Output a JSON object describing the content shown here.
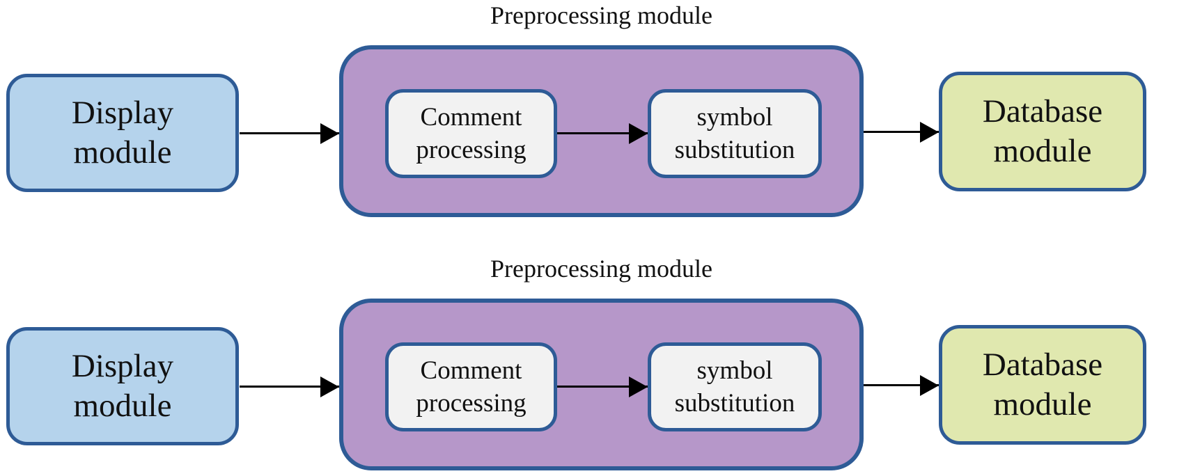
{
  "figure": {
    "colors": {
      "background": "#ffffff",
      "node_border": "#2e5b96",
      "display_fill": "#b5d3ec",
      "preprocessing_fill": "#b697c9",
      "inner_fill": "#f2f2f2",
      "database_fill": "#e0e8af",
      "arrow": "#000000",
      "text": "#111111"
    },
    "rows": [
      {
        "title": "Preprocessing module",
        "display_module": "Display module",
        "comment_processing": "Comment processing",
        "symbol_substitution": "symbol substitution",
        "database_module": "Database module"
      },
      {
        "title": "Preprocessing module",
        "display_module": "Display module",
        "comment_processing": "Comment processing",
        "symbol_substitution": "symbol substitution",
        "database_module": "Database module"
      }
    ]
  }
}
